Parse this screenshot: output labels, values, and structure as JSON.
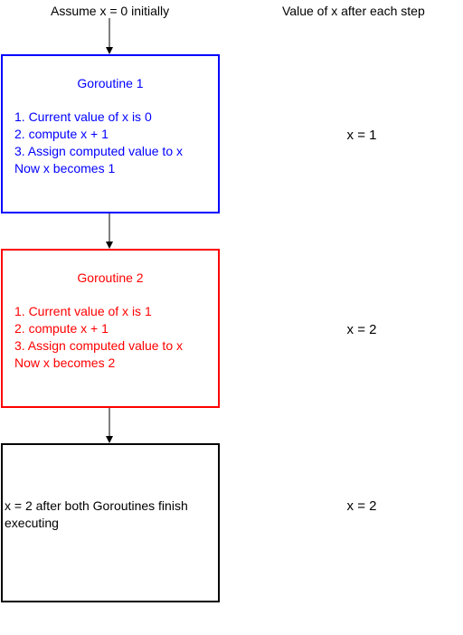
{
  "header": {
    "initial_note": "Assume x = 0 initially",
    "column_title": "Value of x after each step"
  },
  "steps": [
    {
      "title": "Goroutine 1",
      "lines": [
        "1. Current value of x is 0",
        "2. compute x + 1",
        "3. Assign computed value to x",
        "Now x becomes 1"
      ],
      "value": "x = 1",
      "color": "#0000ff"
    },
    {
      "title": "Goroutine 2",
      "lines": [
        "1. Current value of x is 1",
        "2. compute x + 1",
        "3. Assign computed value to x",
        "Now x becomes 2"
      ],
      "value": "x = 2",
      "color": "#ff0000"
    },
    {
      "lines": [
        "x = 2 after both Goroutines finish",
        "executing"
      ],
      "value": "x = 2",
      "color": "#000000"
    }
  ]
}
